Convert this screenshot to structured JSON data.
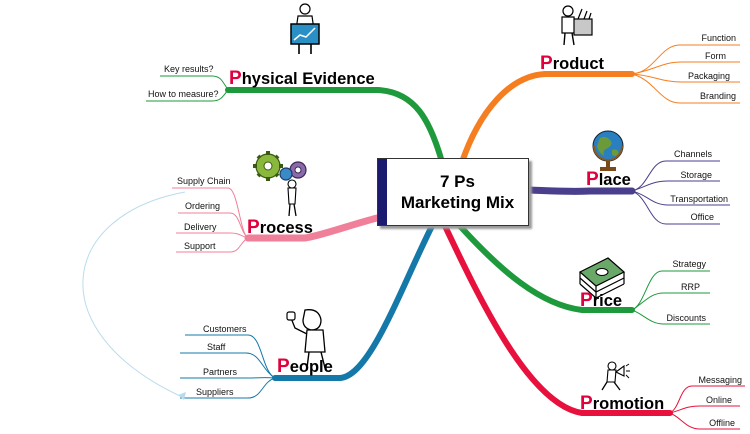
{
  "center": {
    "line1": "7 Ps",
    "line2": "Marketing Mix"
  },
  "branches": {
    "physical_evidence": {
      "first": "P",
      "rest": "hysical Evidence",
      "color": "#1e9a3c",
      "leaves": [
        "Key results?",
        "How to measure?"
      ]
    },
    "product": {
      "first": "P",
      "rest": "roduct",
      "color": "#f57f20",
      "leaves": [
        "Function",
        "Form",
        "Packaging",
        "Branding"
      ]
    },
    "place": {
      "first": "P",
      "rest": "lace",
      "color": "#4a3f8c",
      "leaves": [
        "Channels",
        "Storage",
        "Transportation",
        "Office"
      ]
    },
    "price": {
      "first": "P",
      "rest": "rice",
      "color": "#1e9a3c",
      "leaves": [
        "Strategy",
        "RRP",
        "Discounts"
      ]
    },
    "promotion": {
      "first": "P",
      "rest": "romotion",
      "color": "#e8103c",
      "leaves": [
        "Messaging",
        "Online",
        "Offline"
      ]
    },
    "process": {
      "first": "P",
      "rest": "rocess",
      "color": "#f0809a",
      "leaves": [
        "Supply Chain",
        "Ordering",
        "Delivery",
        "Support"
      ]
    },
    "people": {
      "first": "P",
      "rest": "eople",
      "color": "#1478a8",
      "leaves": [
        "Customers",
        "Staff",
        "Partners",
        "Suppliers"
      ]
    }
  },
  "icons": {
    "physical_evidence": "presenter-with-chart-icon",
    "product": "person-with-box-icon",
    "place": "globe-icon",
    "price": "money-stack-icon",
    "promotion": "person-with-megaphone-icon",
    "process": "gears-with-person-icon",
    "people": "thumbs-up-person-icon"
  }
}
